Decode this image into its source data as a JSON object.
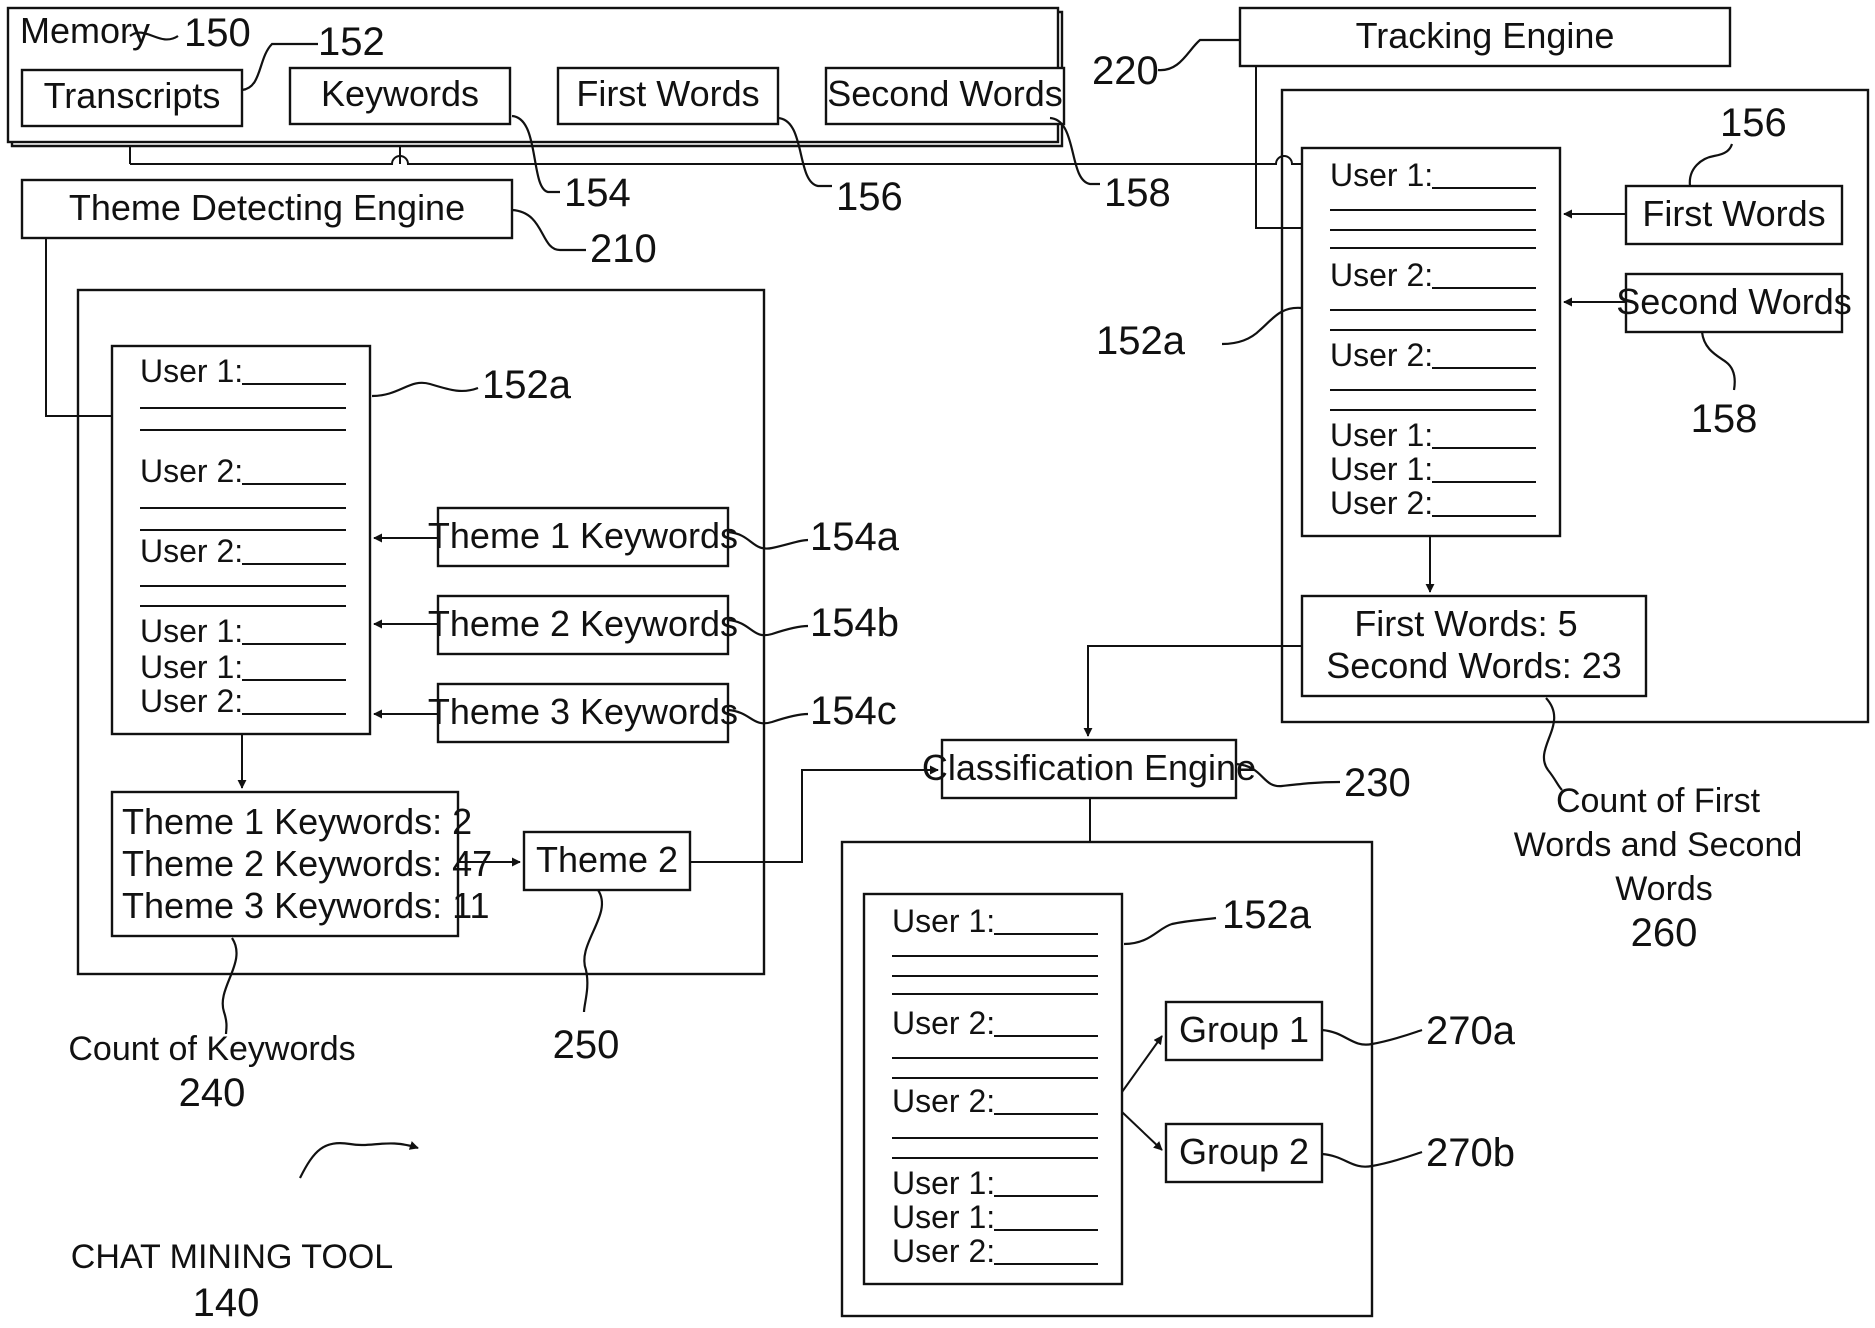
{
  "diagram": {
    "memory": {
      "label": "Memory",
      "ref": "150"
    },
    "memory_boxes": {
      "transcripts": {
        "label": "Transcripts",
        "ref": "152"
      },
      "keywords": {
        "label": "Keywords",
        "ref": "154"
      },
      "first_words": {
        "label": "First Words",
        "ref": "156"
      },
      "second_words": {
        "label": "Second Words",
        "ref": "158"
      }
    },
    "theme_engine": {
      "label": "Theme Detecting Engine",
      "ref": "210"
    },
    "tracking_engine": {
      "label": "Tracking Engine",
      "ref": "220"
    },
    "classification_engine": {
      "label": "Classification Engine",
      "ref": "230"
    },
    "transcript_doc": {
      "ref": "152a",
      "lines": [
        "User 1:",
        "User 2:",
        "User 2:",
        "User 1:",
        "User 1:",
        "User 2:"
      ]
    },
    "theme_keyword_boxes": [
      {
        "label": "Theme 1 Keywords",
        "ref": "154a"
      },
      {
        "label": "Theme 2 Keywords",
        "ref": "154b"
      },
      {
        "label": "Theme 3 Keywords",
        "ref": "154c"
      }
    ],
    "keyword_counts": {
      "lines": [
        "Theme 1 Keywords: 2",
        "Theme 2 Keywords: 47",
        "Theme 3 Keywords: 11"
      ],
      "caption": "Count of Keywords",
      "ref": "240"
    },
    "selected_theme": {
      "label": "Theme 2",
      "ref": "250"
    },
    "tracking_inputs": {
      "first_words": {
        "label": "First Words",
        "ref": "156"
      },
      "second_words": {
        "label": "Second Words",
        "ref": "158"
      }
    },
    "word_counts": {
      "lines": [
        "First Words: 5",
        "Second Words: 23"
      ],
      "caption_lines": [
        "Count of First",
        "Words and Second",
        "Words"
      ],
      "ref": "260"
    },
    "groups": [
      {
        "label": "Group 1",
        "ref": "270a"
      },
      {
        "label": "Group 2",
        "ref": "270b"
      }
    ],
    "tool": {
      "label": "CHAT MINING TOOL",
      "ref": "140"
    }
  }
}
